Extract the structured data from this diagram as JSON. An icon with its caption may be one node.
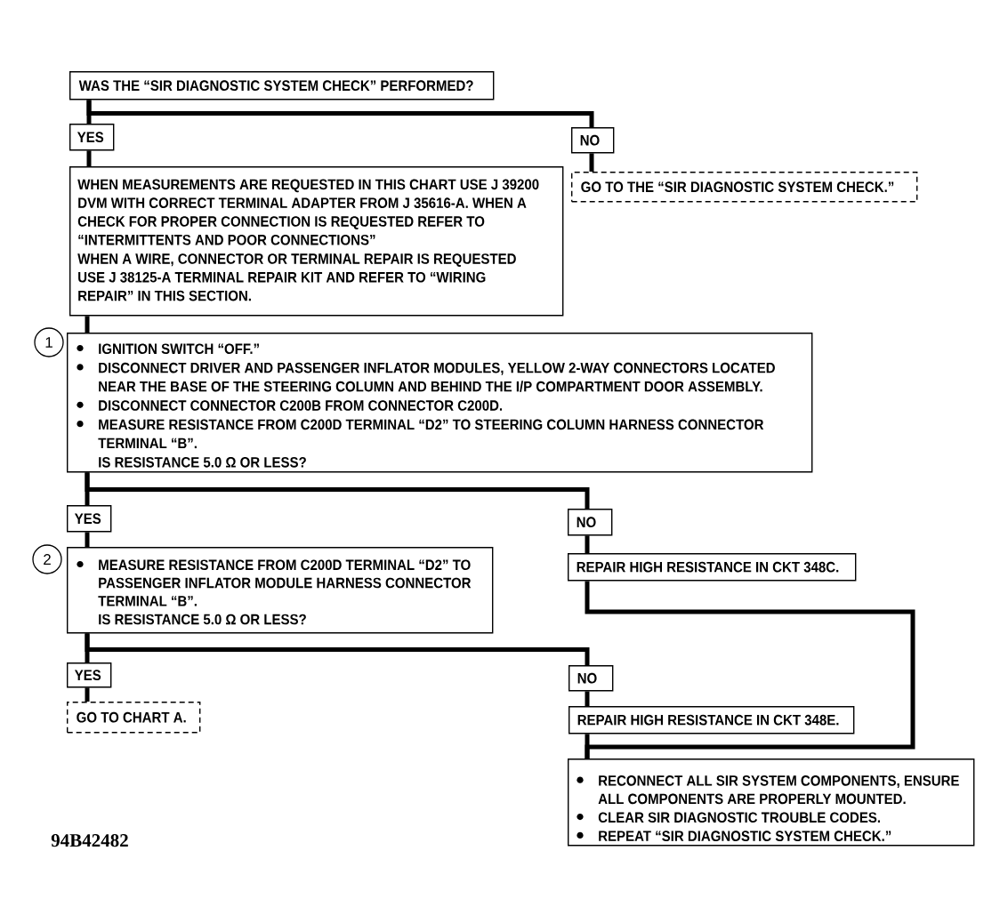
{
  "diagram": {
    "nodes": [
      {
        "text": [
          "WAS THE “SIR DIAGNOSTIC SYSTEM CHECK” PERFORMED?"
        ]
      },
      {
        "text": [
          "YES"
        ]
      },
      {
        "text": [
          "NO"
        ]
      },
      {
        "text": [
          "WHEN MEASUREMENTS ARE REQUESTED IN THIS CHART USE J 39200 DVM WITH CORRECT TERMINAL ADAPTER FROM J 35616-A. WHEN A CHECK FOR PROPER CONNECTION IS REQUESTED REFER TO “INTERMITTENTS AND POOR CONNECTIONS”",
          "WHEN A WIRE, CONNECTOR OR TERMINAL REPAIR IS REQUESTED USE J 38125-A TERMINAL REPAIR KIT AND REFER TO “WIRING REPAIR” IN THIS SECTION."
        ]
      },
      {
        "text": [
          "GO TO THE “SIR DIAGNOSTIC SYSTEM CHECK.”"
        ]
      },
      {
        "text": [
          "1"
        ]
      },
      {
        "text": [
          "IGNITION SWITCH “OFF.”",
          "DISCONNECT DRIVER AND PASSENGER INFLATOR MODULES, YELLOW 2-WAY CONNECTORS LOCATED NEAR THE BASE OF THE STEERING COLUMN AND BEHIND THE I/P COMPARTMENT DOOR ASSEMBLY.",
          "DISCONNECT CONNECTOR C200B FROM CONNECTOR C200D.",
          "MEASURE RESISTANCE FROM C200D TERMINAL “D2” TO STEERING COLUMN HARNESS CONNECTOR TERMINAL “B”.",
          "IS RESISTANCE 5.0 Ω OR LESS?"
        ]
      },
      {
        "text": [
          "YES"
        ]
      },
      {
        "text": [
          "NO"
        ]
      },
      {
        "text": [
          "2"
        ]
      },
      {
        "text": [
          "MEASURE RESISTANCE FROM C200D TERMINAL “D2” TO PASSENGER INFLATOR MODULE HARNESS CONNECTOR TERMINAL “B”.",
          "IS RESISTANCE 5.0 Ω OR LESS?"
        ]
      },
      {
        "text": [
          "REPAIR HIGH RESISTANCE IN CKT 348C."
        ]
      },
      {
        "text": [
          "YES"
        ]
      },
      {
        "text": [
          "NO"
        ]
      },
      {
        "text": [
          "GO TO CHART A."
        ]
      },
      {
        "text": [
          "REPAIR HIGH RESISTANCE IN CKT 348E."
        ]
      },
      {
        "text": [
          "RECONNECT ALL SIR SYSTEM COMPONENTS, ENSURE ALL COMPONENTS ARE PROPERLY MOUNTED.",
          "CLEAR SIR DIAGNOSTIC TROUBLE CODES.",
          "REPEAT “SIR DIAGNOSTIC SYSTEM CHECK.”"
        ]
      }
    ],
    "edges": [
      {
        "from": 0,
        "to": 1,
        "arrow": "none"
      },
      {
        "from": 0,
        "to": 2,
        "arrow": "none"
      },
      {
        "from": 1,
        "to": 3,
        "arrow": "none"
      },
      {
        "from": 2,
        "to": 4,
        "arrow": "none"
      },
      {
        "from": 3,
        "to": 6,
        "arrow": "none"
      },
      {
        "from": 6,
        "to": 7,
        "arrow": "none"
      },
      {
        "from": 6,
        "to": 8,
        "arrow": "none"
      },
      {
        "from": 7,
        "to": 10,
        "arrow": "none"
      },
      {
        "from": 8,
        "to": 11,
        "arrow": "none"
      },
      {
        "from": 10,
        "to": 12,
        "arrow": "none"
      },
      {
        "from": 10,
        "to": 13,
        "arrow": "none"
      },
      {
        "from": 11,
        "to": 16,
        "arrow": "none"
      },
      {
        "from": 12,
        "to": 14,
        "arrow": "none"
      },
      {
        "from": 13,
        "to": 15,
        "arrow": "none"
      },
      {
        "from": 15,
        "to": 16,
        "arrow": "none"
      }
    ],
    "labels": [
      "94B42482"
    ]
  }
}
